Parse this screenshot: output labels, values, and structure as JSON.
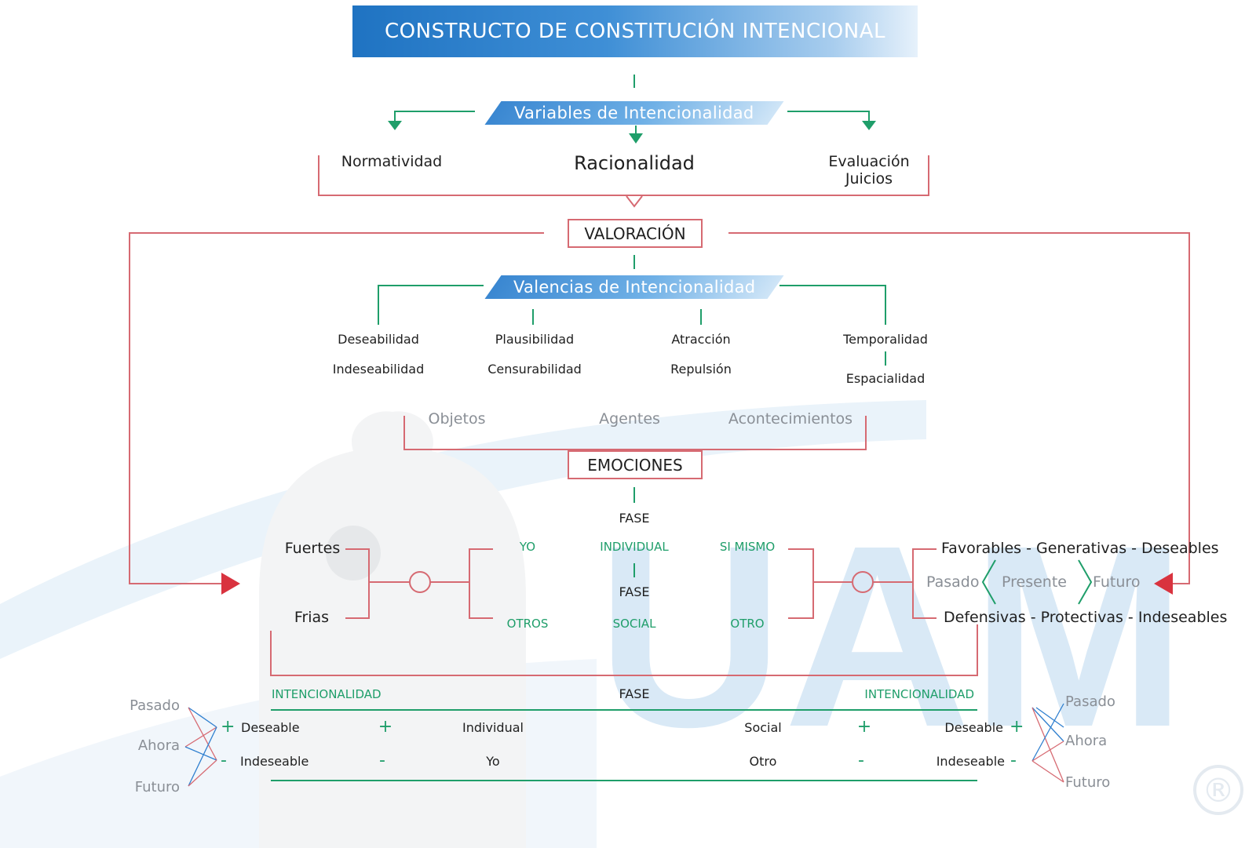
{
  "title": "CONSTRUCTO DE CONSTITUCIÓN INTENCIONAL",
  "variables": {
    "banner": "Variables de Intencionalidad",
    "normatividad": "Normatividad",
    "racionalidad": "Racionalidad",
    "evaluacion": "Evaluación",
    "juicios": "Juicios"
  },
  "valoracion": "VALORACIÓN",
  "valencias": {
    "banner": "Valencias de Intencionalidad",
    "deseabilidad": "Deseabilidad",
    "indeseabilidad": "Indeseabilidad",
    "plausibilidad": "Plausibilidad",
    "censurabilidad": "Censurabilidad",
    "atraccion": "Atracción",
    "repulsion": "Repulsión",
    "temporalidad": "Temporalidad",
    "espacialidad": "Espacialidad"
  },
  "objetos": "Objetos",
  "agentes": "Agentes",
  "acontecimientos": "Acontecimientos",
  "emociones": "EMOCIONES",
  "fases": {
    "fase1": "FASE",
    "individual": "INDIVIDUAL",
    "fase2": "FASE",
    "social": "SOCIAL",
    "yo": "YO",
    "otros": "OTROS",
    "si_mismo": "SI MISMO",
    "otro": "OTRO"
  },
  "left_emotions": {
    "fuertes": "Fuertes",
    "frias": "Frias"
  },
  "right_emotions": {
    "top": "Favorables - Generativas - Deseables",
    "bottom": "Defensivas - Protectivas - Indeseables",
    "pasado": "Pasado",
    "presente": "Presente",
    "futuro": "Futuro"
  },
  "bottom": {
    "intencionalidad_left": "INTENCIONALIDAD",
    "fase": "FASE",
    "intencionalidad_right": "INTENCIONALIDAD",
    "deseable_left": "Deseable",
    "indeseable_left": "Indeseable",
    "individual": "Individual",
    "yo": "Yo",
    "social": "Social",
    "otro": "Otro",
    "deseable_right": "Deseable",
    "indeseable_right": "Indeseable",
    "plus": "+",
    "minus": "-",
    "left_times": {
      "pasado": "Pasado",
      "ahora": "Ahora",
      "futuro": "Futuro"
    },
    "right_times": {
      "pasado": "Pasado",
      "ahora": "Ahora",
      "futuro": "Futuro"
    }
  },
  "watermark": "UAM",
  "registered": "®",
  "colors": {
    "red": "#d66a72",
    "green": "#1f9e6a",
    "arrow_red": "#d9333f",
    "blue": "#2f7fcf"
  }
}
